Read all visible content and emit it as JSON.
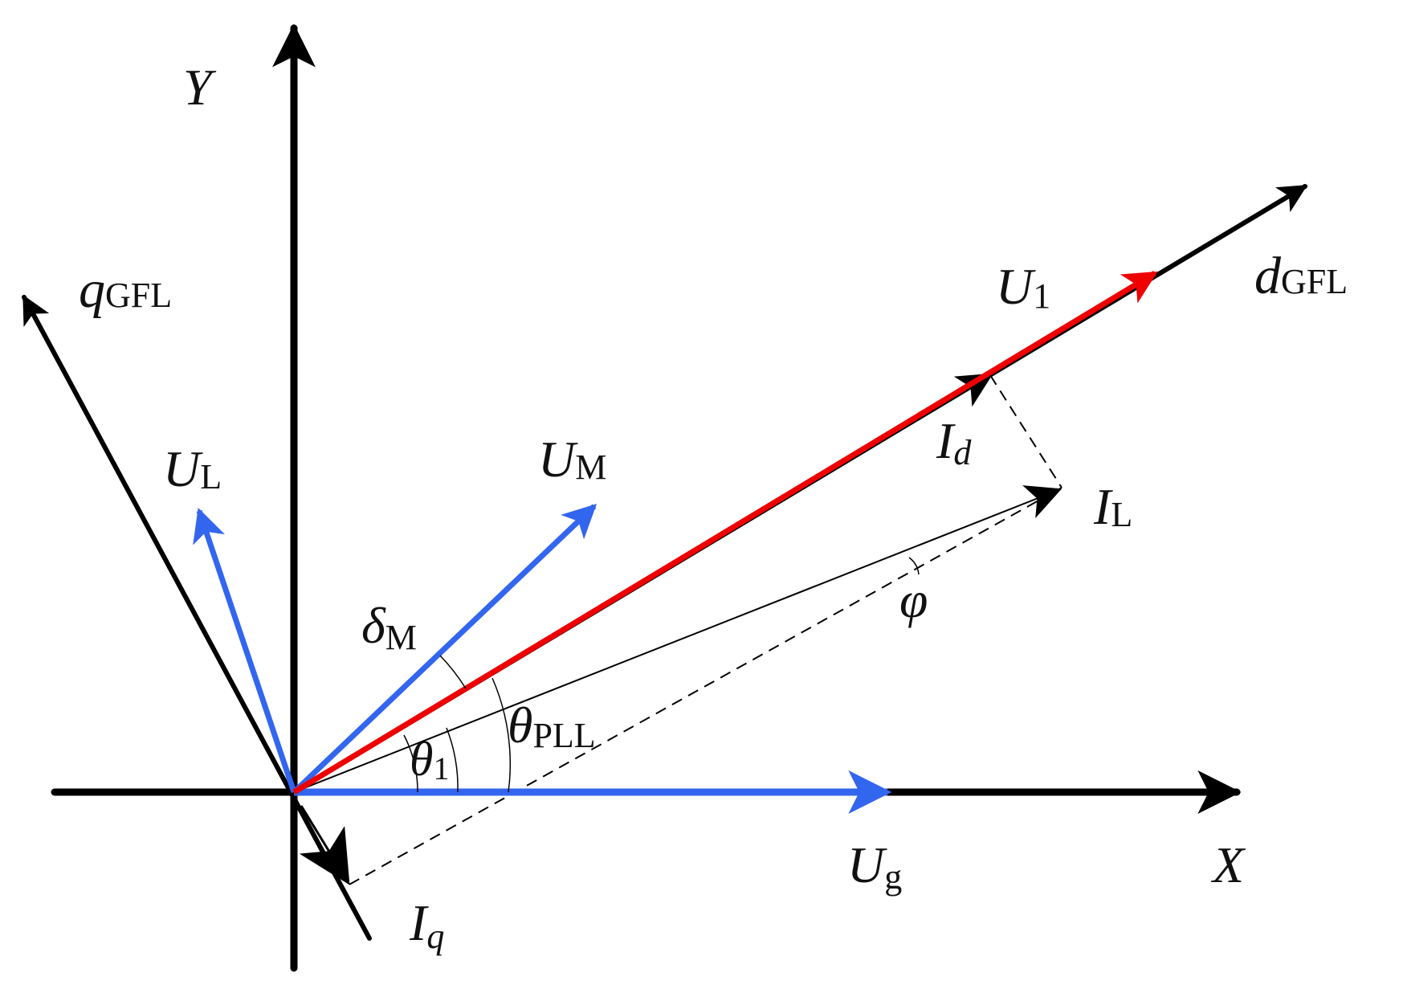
{
  "labels": {
    "y_axis": "Y",
    "x_axis": "X",
    "q_gfl": {
      "main": "q",
      "sub": "GFL"
    },
    "d_gfl": {
      "main": "d",
      "sub": "GFL"
    },
    "u1": {
      "main": "U",
      "sub": "1"
    },
    "ul": {
      "main": "U",
      "sub": "L"
    },
    "um": {
      "main": "U",
      "sub": "M"
    },
    "ug": {
      "main": "U",
      "sub": "g"
    },
    "id": {
      "main": "I",
      "sub": "d"
    },
    "il": {
      "main": "I",
      "sub": "L"
    },
    "iq": {
      "main": "I",
      "sub": "q"
    },
    "phi": "φ",
    "delta_m": {
      "main": "δ",
      "sub": "M"
    },
    "theta_1": {
      "main": "θ",
      "sub": "1"
    },
    "theta_pll": {
      "main": "θ",
      "sub": "PLL"
    }
  },
  "colors": {
    "axis": "#000000",
    "blue_vector": "#3366ee",
    "red_vector": "#ee0000"
  }
}
